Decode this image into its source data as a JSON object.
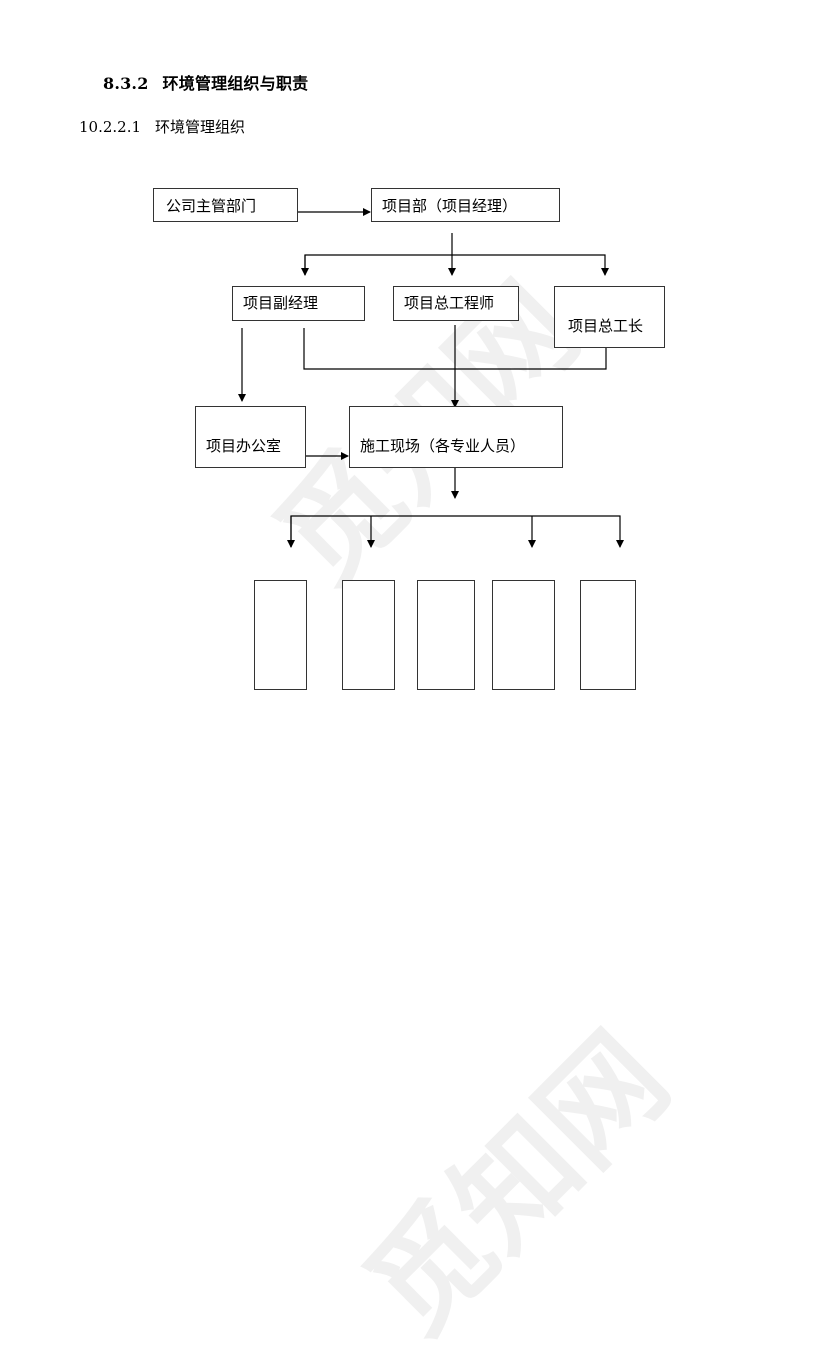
{
  "document": {
    "section_heading": {
      "number": "8.3.2",
      "title": "环境管理组织与职责"
    },
    "sub_heading": {
      "number": "10.2.2.1",
      "title": "环境管理组织"
    }
  },
  "org_chart": {
    "nodes": {
      "company_dept": "公司主管部门",
      "project_dept": "项目部（项目经理）",
      "deputy_manager": "项目副经理",
      "chief_engineer": "项目总工程师",
      "chief_foreman": "项目总工长",
      "project_office": "项目办公室",
      "construction_site": "施工现场（各专业人员）"
    },
    "empty_boxes_count": 5
  },
  "watermark": {
    "text": "觅知网"
  }
}
